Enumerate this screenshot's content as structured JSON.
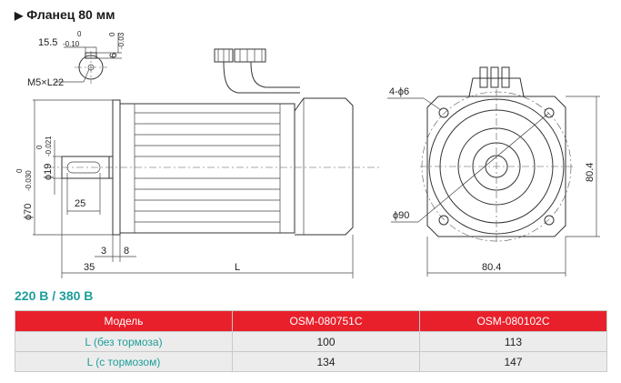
{
  "title": "Фланец 80 мм",
  "voltage": "220 В / 380 В",
  "dimensions": {
    "key_width": "15.5",
    "key_width_tol_upper": "0",
    "key_width_tol_lower": "-0.10",
    "key_depth": "6",
    "key_depth_tol_upper": "0",
    "key_depth_tol_lower": "-0.03",
    "thread": "M5×L22",
    "flange_diameter": "ϕ70",
    "flange_tol_upper": "0",
    "flange_tol_lower": "-0.030",
    "shaft_diameter": "ϕ19",
    "shaft_tol_upper": "0",
    "shaft_tol_lower": "-0.021",
    "shaft_key_length": "25",
    "flange_step": "3",
    "flange_thickness": "8",
    "shaft_length": "35",
    "body_length": "L",
    "holes": "4-ϕ6",
    "pcd": "ϕ90",
    "square_height": "80.4",
    "square_width": "80.4"
  },
  "table": {
    "headers": [
      "Модель",
      "OSM-080751C",
      "OSM-080102C"
    ],
    "rows": [
      {
        "label": "L (без тормоза)",
        "values": [
          "100",
          "113"
        ]
      },
      {
        "label": "L (с тормозом)",
        "values": [
          "134",
          "147"
        ]
      }
    ]
  }
}
